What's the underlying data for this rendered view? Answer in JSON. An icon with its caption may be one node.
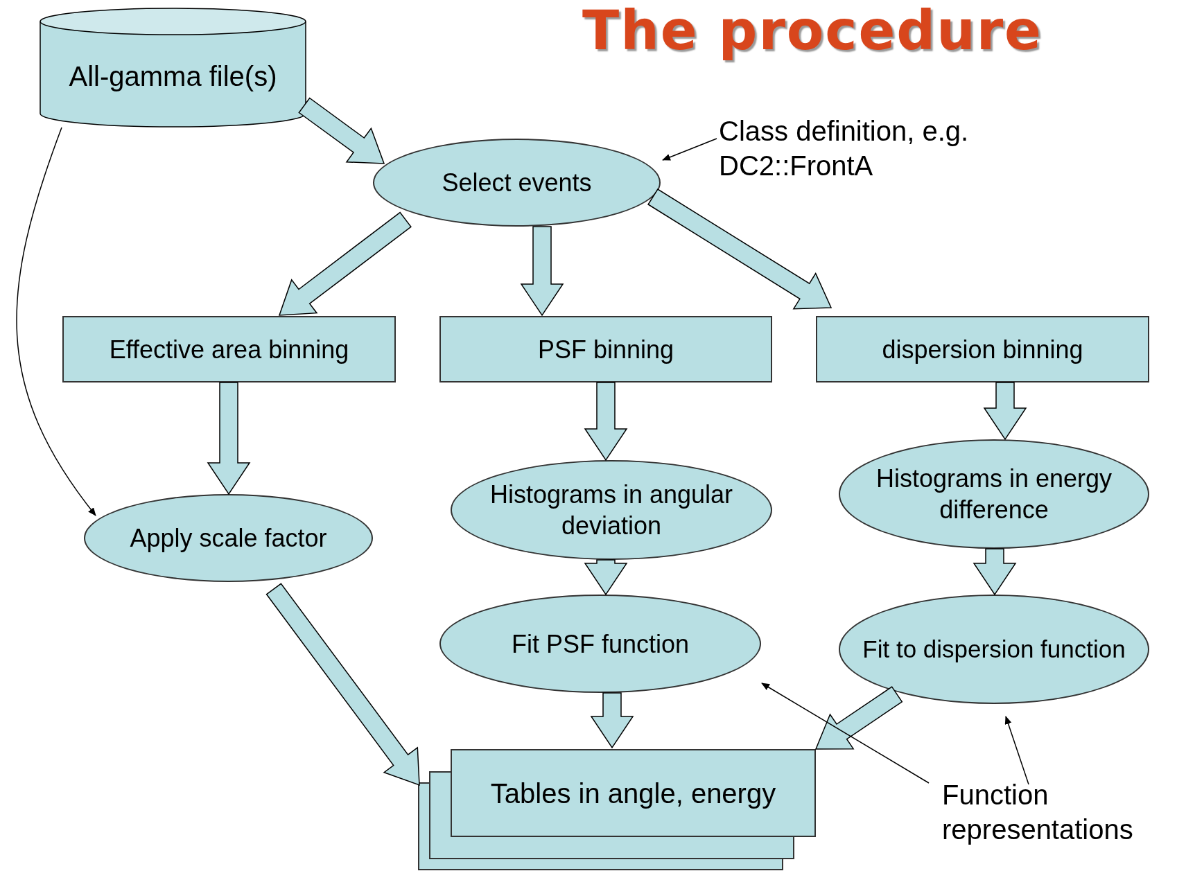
{
  "diagram": {
    "title": "The procedure",
    "nodes": [
      {
        "text": [
          "All-gamma file(s)"
        ]
      },
      {
        "text": [
          "Select events"
        ]
      },
      {
        "text": [
          "Class definition, e.g. DC2::FrontA"
        ]
      },
      {
        "text": [
          "Effective area binning"
        ]
      },
      {
        "text": [
          "PSF binning"
        ]
      },
      {
        "text": [
          "dispersion binning"
        ]
      },
      {
        "text": [
          "Apply scale factor"
        ]
      },
      {
        "text": [
          "Histograms in angular deviation"
        ]
      },
      {
        "text": [
          "Histograms in energy difference"
        ]
      },
      {
        "text": [
          "Fit PSF function"
        ]
      },
      {
        "text": [
          "Fit to dispersion function"
        ]
      },
      {
        "text": [
          "Tables in angle, energy"
        ]
      },
      {
        "text": [
          "Function representations"
        ]
      }
    ],
    "edges": [
      {
        "from": 0,
        "to": 1,
        "arrow": "to",
        "style": "thick"
      },
      {
        "from": 2,
        "to": 1,
        "arrow": "to"
      },
      {
        "from": 0,
        "to": 6,
        "arrow": "to"
      },
      {
        "from": 1,
        "to": 3,
        "arrow": "to",
        "style": "thick"
      },
      {
        "from": 1,
        "to": 4,
        "arrow": "to",
        "style": "thick"
      },
      {
        "from": 1,
        "to": 5,
        "arrow": "to",
        "style": "thick"
      },
      {
        "from": 3,
        "to": 6,
        "arrow": "to",
        "style": "thick"
      },
      {
        "from": 4,
        "to": 7,
        "arrow": "to",
        "style": "thick"
      },
      {
        "from": 5,
        "to": 8,
        "arrow": "to",
        "style": "thick"
      },
      {
        "from": 7,
        "to": 9,
        "arrow": "to",
        "style": "thick"
      },
      {
        "from": 8,
        "to": 10,
        "arrow": "to",
        "style": "thick"
      },
      {
        "from": 6,
        "to": 11,
        "arrow": "to",
        "style": "thick"
      },
      {
        "from": 9,
        "to": 11,
        "arrow": "to",
        "style": "thick"
      },
      {
        "from": 10,
        "to": 11,
        "arrow": "to",
        "style": "thick"
      },
      {
        "from": 12,
        "to": 9,
        "arrow": "to"
      },
      {
        "from": 12,
        "to": 10,
        "arrow": "to"
      }
    ]
  }
}
